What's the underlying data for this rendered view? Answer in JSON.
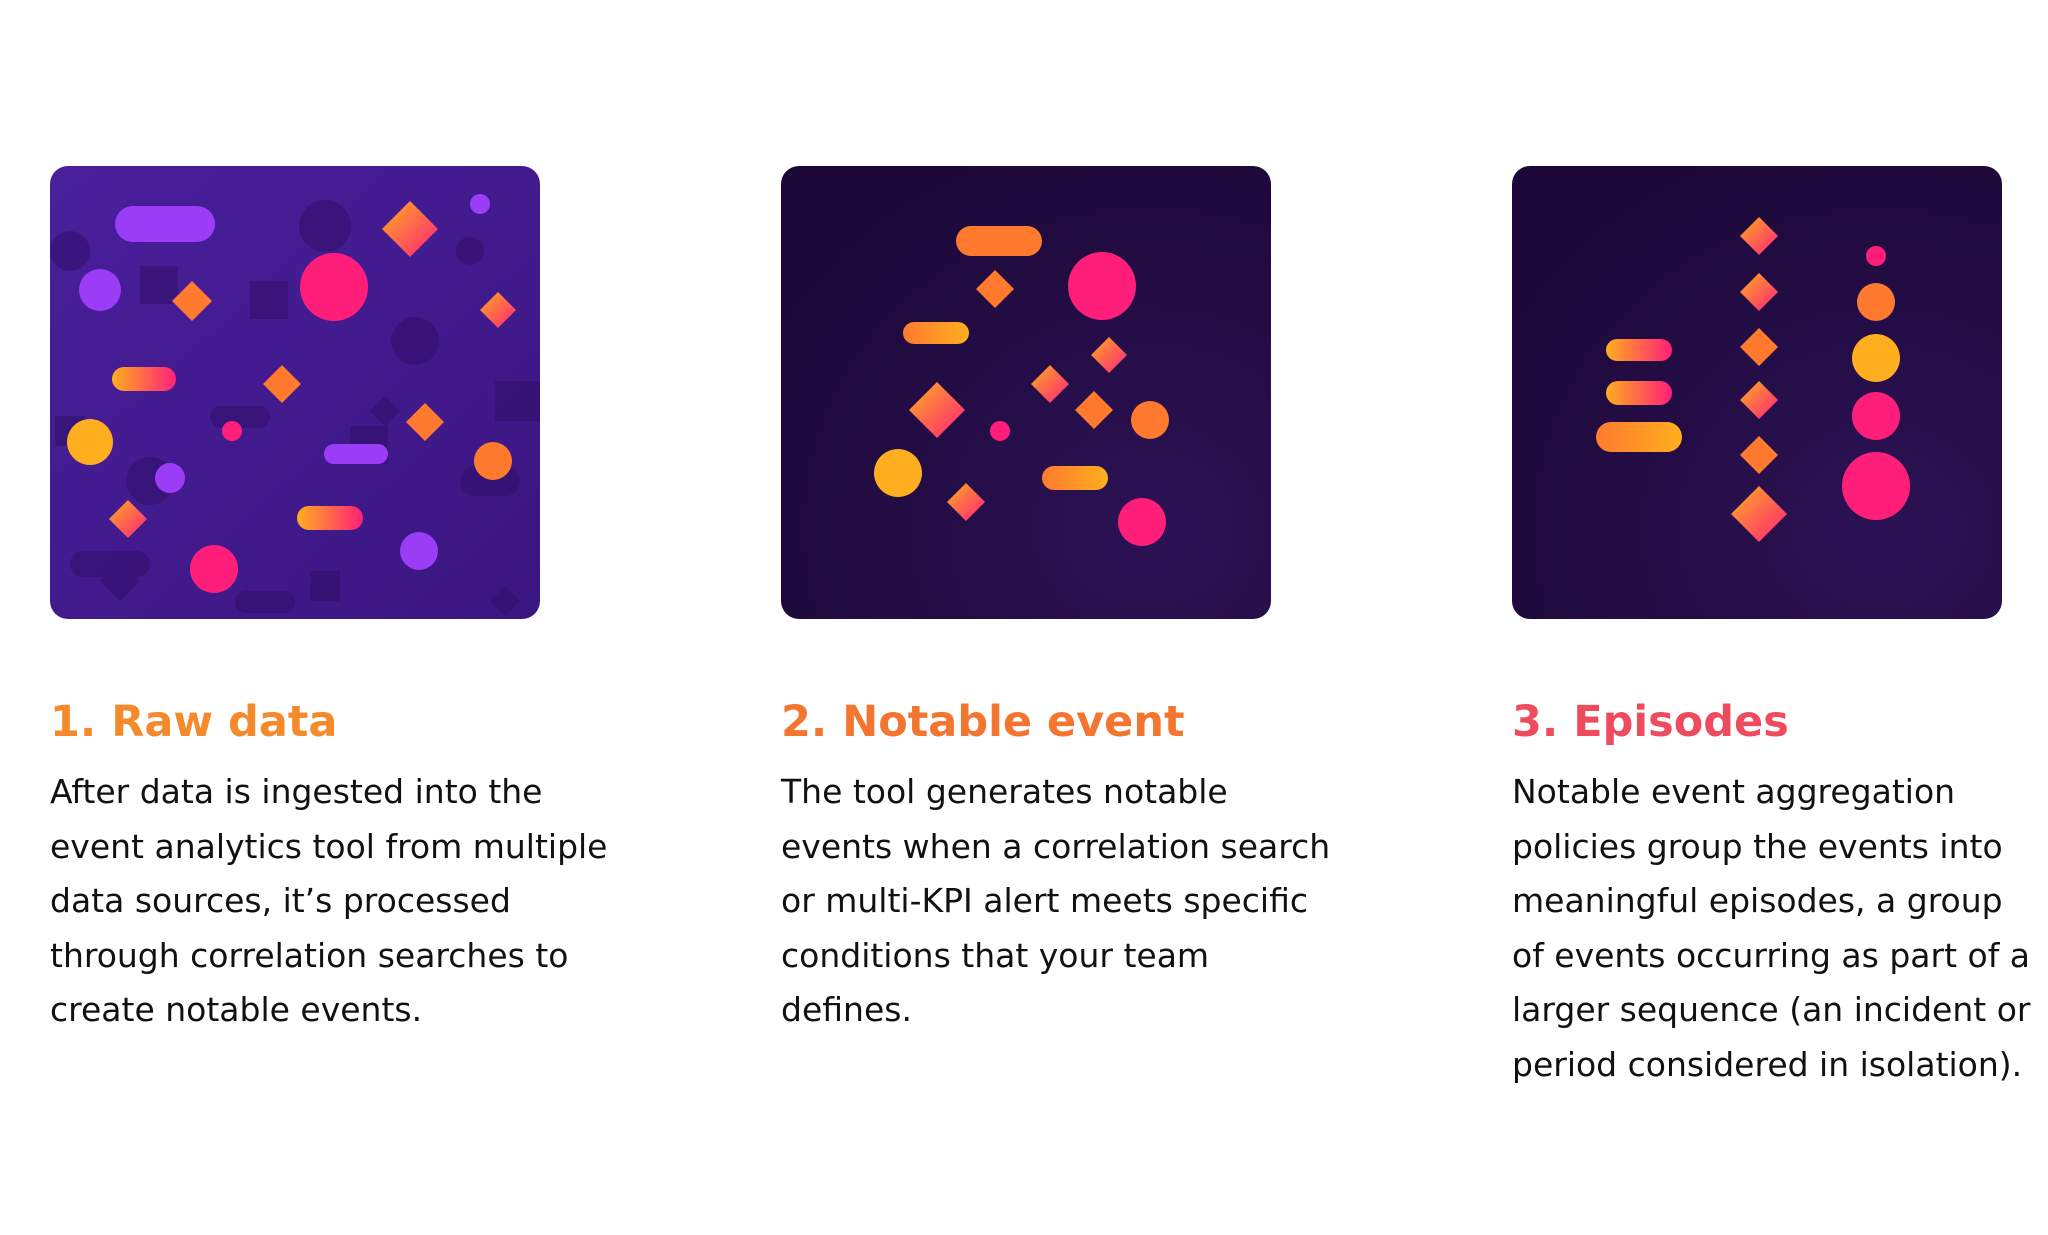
{
  "colors": {
    "orange": "#ff7a2f",
    "pink": "#ff1f7a",
    "amber": "#ffae1f",
    "violet": "#9b3df6",
    "panel_dark": "#1d0b3a",
    "panel_purple": "#3d1a85"
  },
  "steps": [
    {
      "title": "1. Raw data",
      "title_color": "#f58a2c",
      "illustration": "scattered-raw-data-shapes",
      "lines": [
        "After data is ingested into the",
        "event analytics tool from multiple",
        "data sources, it’s processed",
        "through correlation searches to",
        "create notable events."
      ]
    },
    {
      "title": "2. Notable event",
      "title_color": "#f37530",
      "illustration": "notable-event-shapes",
      "lines": [
        "The tool generates notable",
        "events when a correlation search",
        "or multi-KPI alert meets specific",
        "conditions that your team",
        "defines."
      ]
    },
    {
      "title": "3. Episodes",
      "title_color": "#ee4b5e",
      "illustration": "grouped-episode-shapes",
      "lines": [
        "Notable event aggregation",
        "policies group the events into",
        "meaningful episodes, a group",
        "of events occurring as part of a",
        "larger sequence (an incident or",
        "period considered in isolation)."
      ]
    }
  ]
}
